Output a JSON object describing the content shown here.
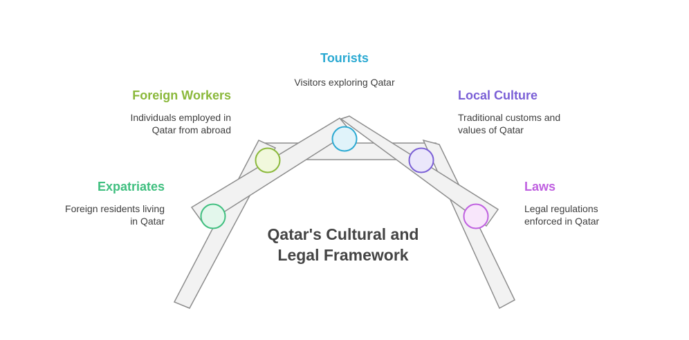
{
  "title_line1": "Qatar's Cultural and",
  "title_line2": "Legal Framework",
  "items": [
    {
      "key": "tourists",
      "title": "Tourists",
      "desc1": "Visitors exploring Qatar",
      "desc2": "",
      "color": "#2aa9d2"
    },
    {
      "key": "foreign_workers",
      "title": "Foreign Workers",
      "desc1": "Individuals employed in",
      "desc2": "Qatar from abroad",
      "color": "#8ab83a"
    },
    {
      "key": "local_culture",
      "title": "Local Culture",
      "desc1": "Traditional customs and",
      "desc2": "values of Qatar",
      "color": "#7a5fd6"
    },
    {
      "key": "expatriates",
      "title": "Expatriates",
      "desc1": "Foreign residents living",
      "desc2": "in Qatar",
      "color": "#3fbf7f"
    },
    {
      "key": "laws",
      "title": "Laws",
      "desc1": "Legal regulations",
      "desc2": "enforced in Qatar",
      "color": "#bf5fe0"
    }
  ],
  "node_colors": {
    "expatriates": {
      "fill": "#e3f7ec",
      "stroke": "#3fbf7f"
    },
    "foreign_workers": {
      "fill": "#f1f8dc",
      "stroke": "#8ab83a"
    },
    "tourists": {
      "fill": "#e0f3fa",
      "stroke": "#2aa9d2"
    },
    "local_culture": {
      "fill": "#ebe7fb",
      "stroke": "#7a5fd6"
    },
    "laws": {
      "fill": "#f8e6fb",
      "stroke": "#bf5fe0"
    }
  },
  "beam_fill": "#f2f2f2",
  "beam_stroke": "#8c8c8c"
}
